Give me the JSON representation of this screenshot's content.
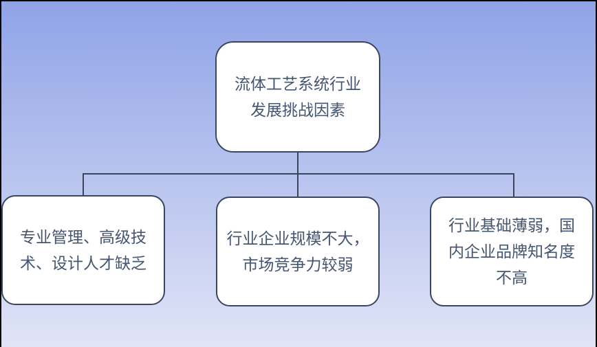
{
  "colors": {
    "background_top": "#8fa3e7",
    "background_bottom": "#e0e4f6",
    "box_fill": "#ffffff",
    "box_border": "#3a4660",
    "connector": "#39455c",
    "text": "#465570",
    "frame_border": "#000000"
  },
  "diagram": {
    "type": "hierarchy",
    "root": {
      "text": "流体工艺系统行业\n发展挑战因素"
    },
    "children": [
      {
        "text": "专业管理、高级技\n术、设计人才缺乏"
      },
      {
        "text": "行业企业规模不大，\n市场竞争力较弱"
      },
      {
        "text": "行业基础薄弱，国\n内企业品牌知名度\n不高"
      }
    ]
  }
}
